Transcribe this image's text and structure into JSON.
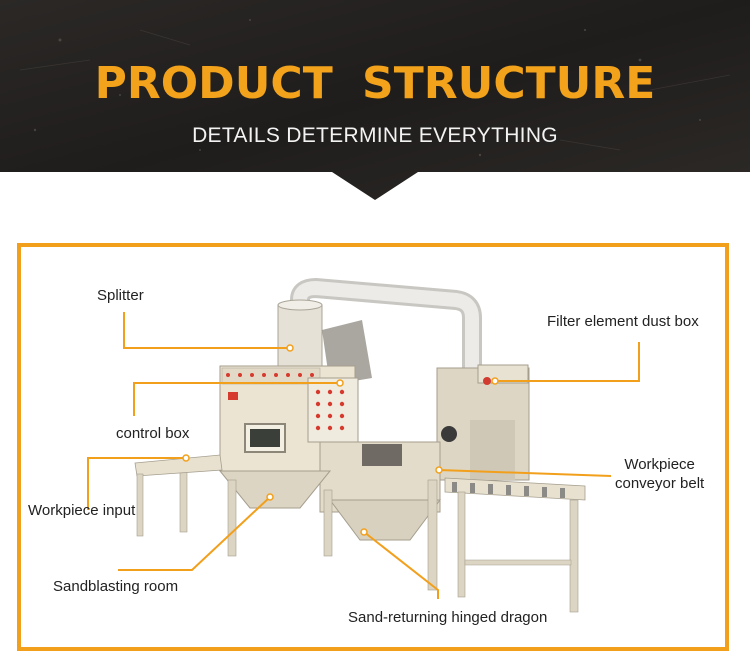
{
  "header": {
    "title": "PRODUCT STRUCTURE",
    "subtitle": "DETAILS DETERMINE EVERYTHING"
  },
  "colors": {
    "accent": "#f2a01c",
    "banner_bg": "#262321",
    "machine_body": "#e8e0cf",
    "text": "#222222"
  },
  "callouts": {
    "splitter": "Splitter",
    "filter_dust_box": "Filter element dust box",
    "control_box": "control box",
    "conveyor_line1": "Workpiece",
    "conveyor_line2": "conveyor belt",
    "workpiece_input": "Workpiece input",
    "sandblasting_room": "Sandblasting room",
    "sand_returning": "Sand-returning hinged dragon"
  }
}
